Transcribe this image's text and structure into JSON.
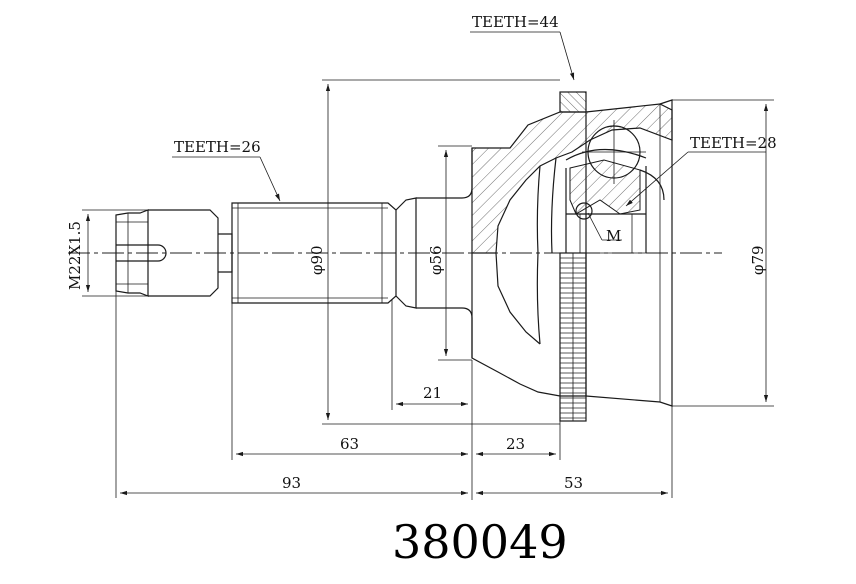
{
  "labels": {
    "teeth_outer": "TEETH=44",
    "teeth_shaft": "TEETH=26",
    "teeth_inner": "TEETH=28",
    "ball": "M",
    "thread": "M22X1.5"
  },
  "dimensions": {
    "d90": "φ90",
    "d56": "φ56",
    "d79": "φ79",
    "l21": "21",
    "l63": "63",
    "l23": "23",
    "l93": "93",
    "l53": "53"
  },
  "part_number": "380049"
}
